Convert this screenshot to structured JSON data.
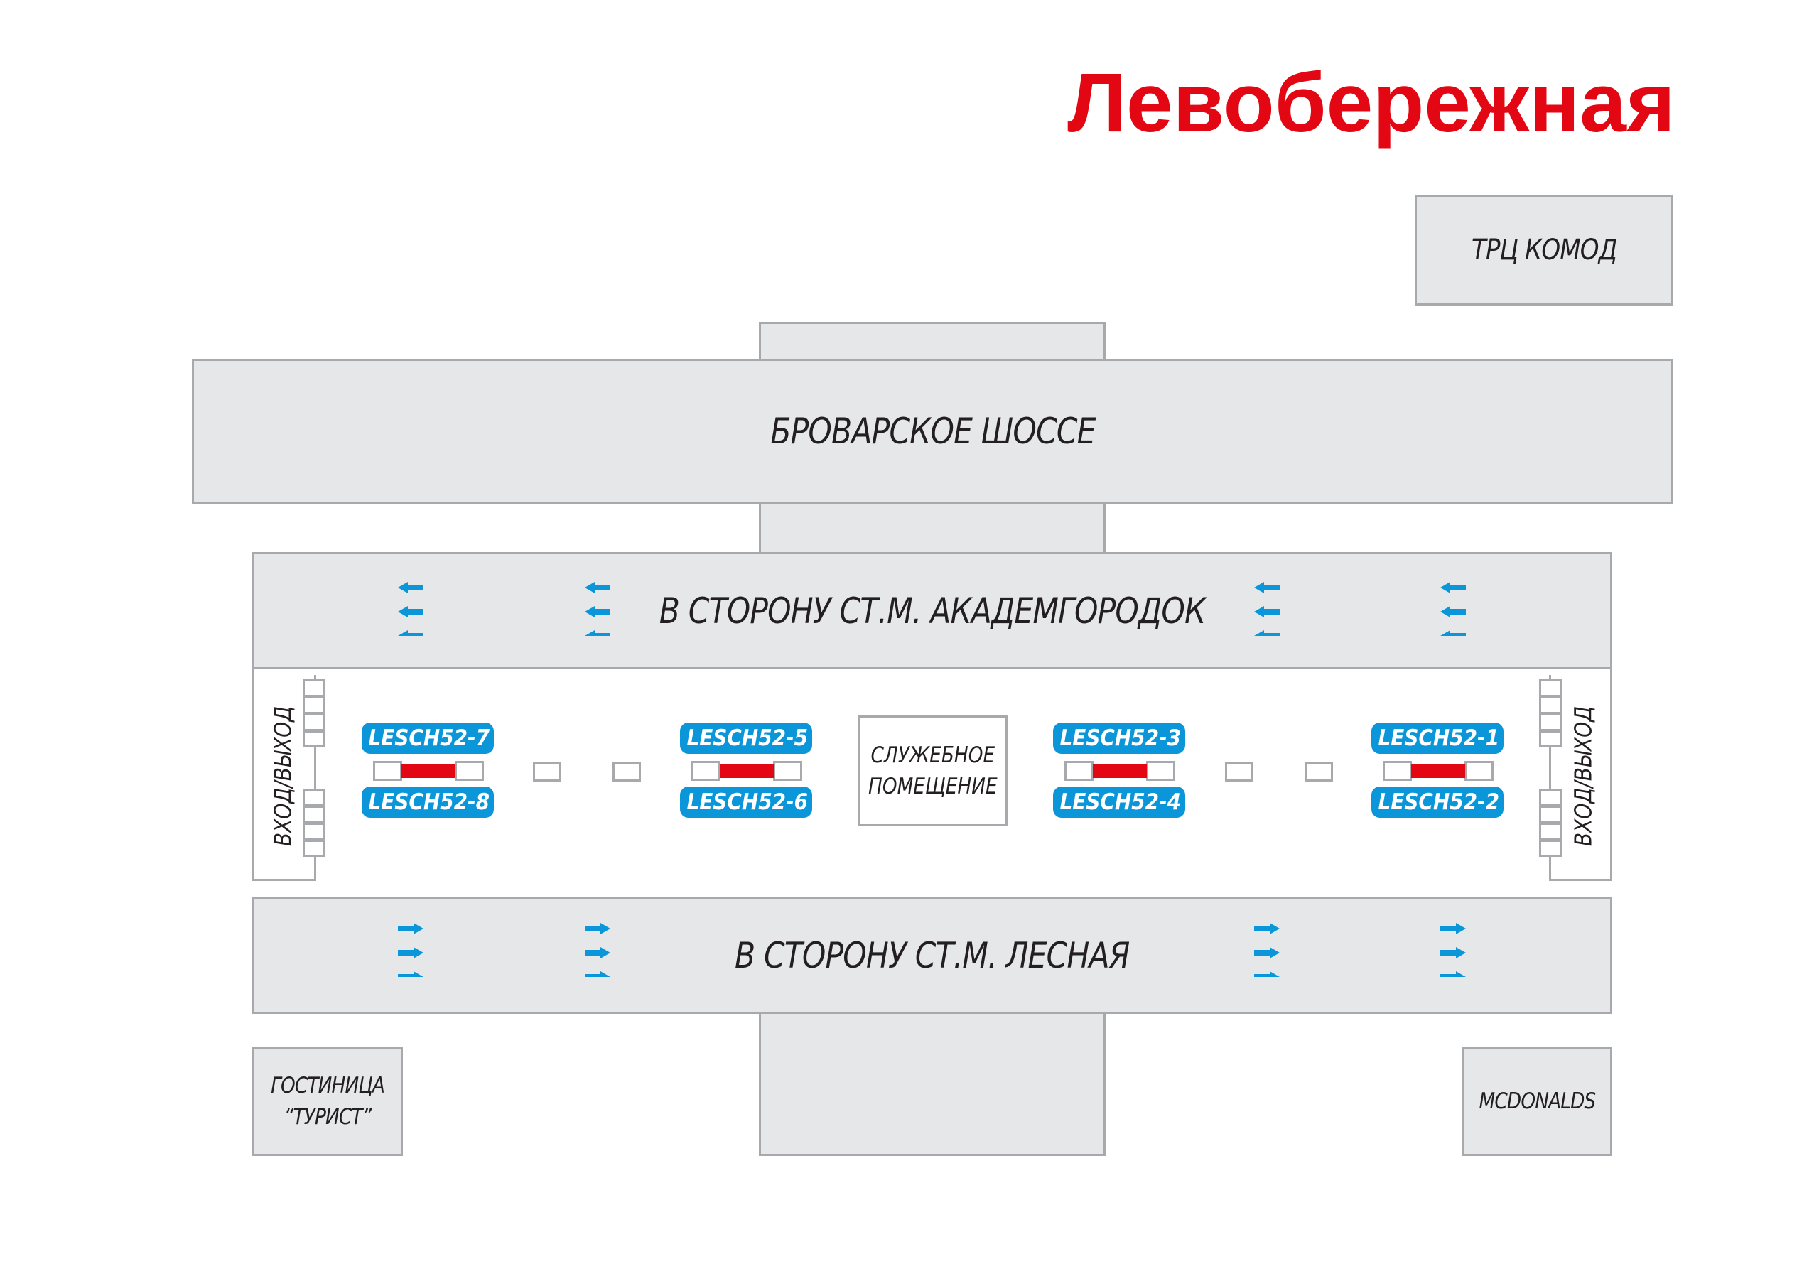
{
  "title": "Левобережная",
  "colors": {
    "title": "#e30613",
    "road_fill": "#e6e7e8",
    "outline": "#a7a9ac",
    "badge": "#0a96d8",
    "arrow": "#0a96d8",
    "board_red": "#e30613"
  },
  "pois": {
    "komod": "ТРЦ КОМОД",
    "turist": "ГОСТИНИЦА\n“ТУРИСТ”",
    "mcdonalds": "MCDONALDS"
  },
  "roads": {
    "brovarskoe": "БРОВАРСКОЕ ШОССЕ",
    "akademgorodok": "В СТОРОНУ СТ.М. АКАДЕМГОРОДОК",
    "lesnaya": "В СТОРОНУ СТ.М. ЛЕСНАЯ"
  },
  "platform": {
    "entrance_left": "ВХОД/ВЫХОД",
    "entrance_right": "ВХОД/ВЫХОД",
    "service_room": "СЛУЖЕБНОЕ\nПОМЕЩЕНИЕ"
  },
  "boards": [
    {
      "top": "LESCH52-7",
      "bottom": "LESCH52-8"
    },
    {
      "top": "LESCH52-5",
      "bottom": "LESCH52-6"
    },
    {
      "top": "LESCH52-3",
      "bottom": "LESCH52-4"
    },
    {
      "top": "LESCH52-1",
      "bottom": "LESCH52-2"
    }
  ],
  "arrow_icons": {
    "upper": "arrow-left-icon",
    "lower": "arrow-right-icon"
  }
}
